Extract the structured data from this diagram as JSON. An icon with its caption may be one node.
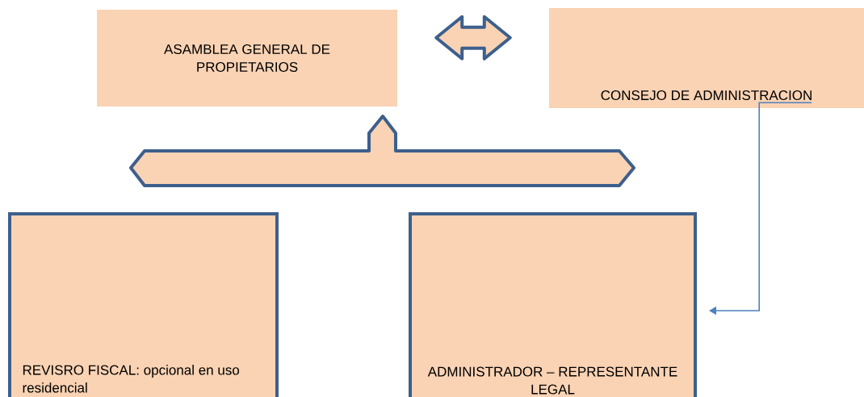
{
  "diagram": {
    "nodes": [
      {
        "text": [
          "ASAMBLEA GENERAL DE PROPIETARIOS"
        ]
      },
      {
        "text": [
          "CONSEJO DE ADMINISTRACION"
        ]
      },
      {
        "text": [
          "REVISRO FISCAL: opcional en uso residencial"
        ]
      },
      {
        "text": [
          "ADMINISTRADOR – REPRESENTANTE LEGAL"
        ]
      },
      {
        "text": [],
        "shape": "arrow"
      }
    ],
    "edges": [
      {
        "from": 0,
        "to": 1,
        "arrow": "both",
        "style": "thick"
      },
      {
        "from": 1,
        "to": 3,
        "arrow": "to",
        "color": "#4f81bd"
      }
    ]
  }
}
